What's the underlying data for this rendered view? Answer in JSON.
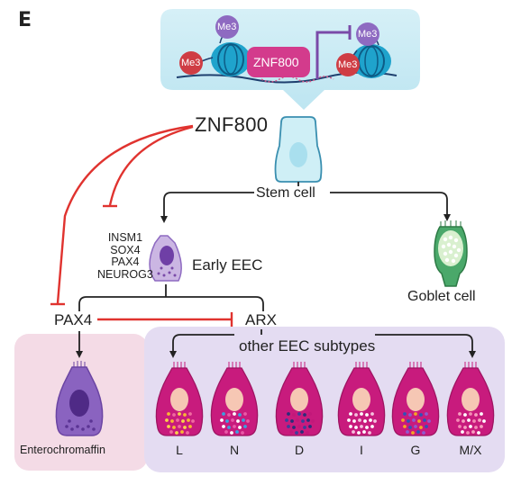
{
  "panel_letter": "E",
  "nucleosome": {
    "left_me3_top": "Me3",
    "left_me3_side": "Me3",
    "repressor": "ZNF800",
    "right_me3_top": "Me3",
    "right_me3_side": "Me3"
  },
  "regulator": "ZNF800",
  "stem_cell": "Stem cell",
  "early_eec": "Early EEC",
  "goblet_cell": "Goblet cell",
  "targets": [
    "INSM1",
    "SOX4",
    "PAX4",
    "NEUROG3"
  ],
  "pax4": "PAX4",
  "arx": "ARX",
  "other_subtypes": "other EEC subtypes",
  "enterochromaffin": "Enterochromaffin",
  "subtypes": [
    {
      "label": "L",
      "granule_colors": [
        "#f7b733",
        "#f06aa0",
        "#f9d24a"
      ]
    },
    {
      "label": "N",
      "granule_colors": [
        "#3aa0e0",
        "#e85aa8",
        "#ffffff"
      ]
    },
    {
      "label": "D",
      "granule_colors": [
        "#2a2d7a",
        "#c2187a",
        "#3b3f9c"
      ]
    },
    {
      "label": "I",
      "granule_colors": [
        "#ffffff",
        "#f4c2dd",
        "#ffffff"
      ]
    },
    {
      "label": "G",
      "granule_colors": [
        "#2c54b8",
        "#8e5bd0",
        "#f5a623"
      ]
    },
    {
      "label": "M/X",
      "granule_colors": [
        "#f7a0c0",
        "#ffffff",
        "#f48bb5"
      ]
    }
  ],
  "colors": {
    "inhibition": "#e0332f",
    "eec_cell": "#c81b7d",
    "enterochromaffin_cell": "#8a63c0",
    "ec_panel": "#f4dbe6",
    "subtype_panel": "#e4dcf2",
    "nucleosome_panel": "#cdebf4",
    "me3_red": "#cf3d44",
    "me3_purple": "#8e6ac1",
    "znf800_box": "#d33b8c"
  }
}
